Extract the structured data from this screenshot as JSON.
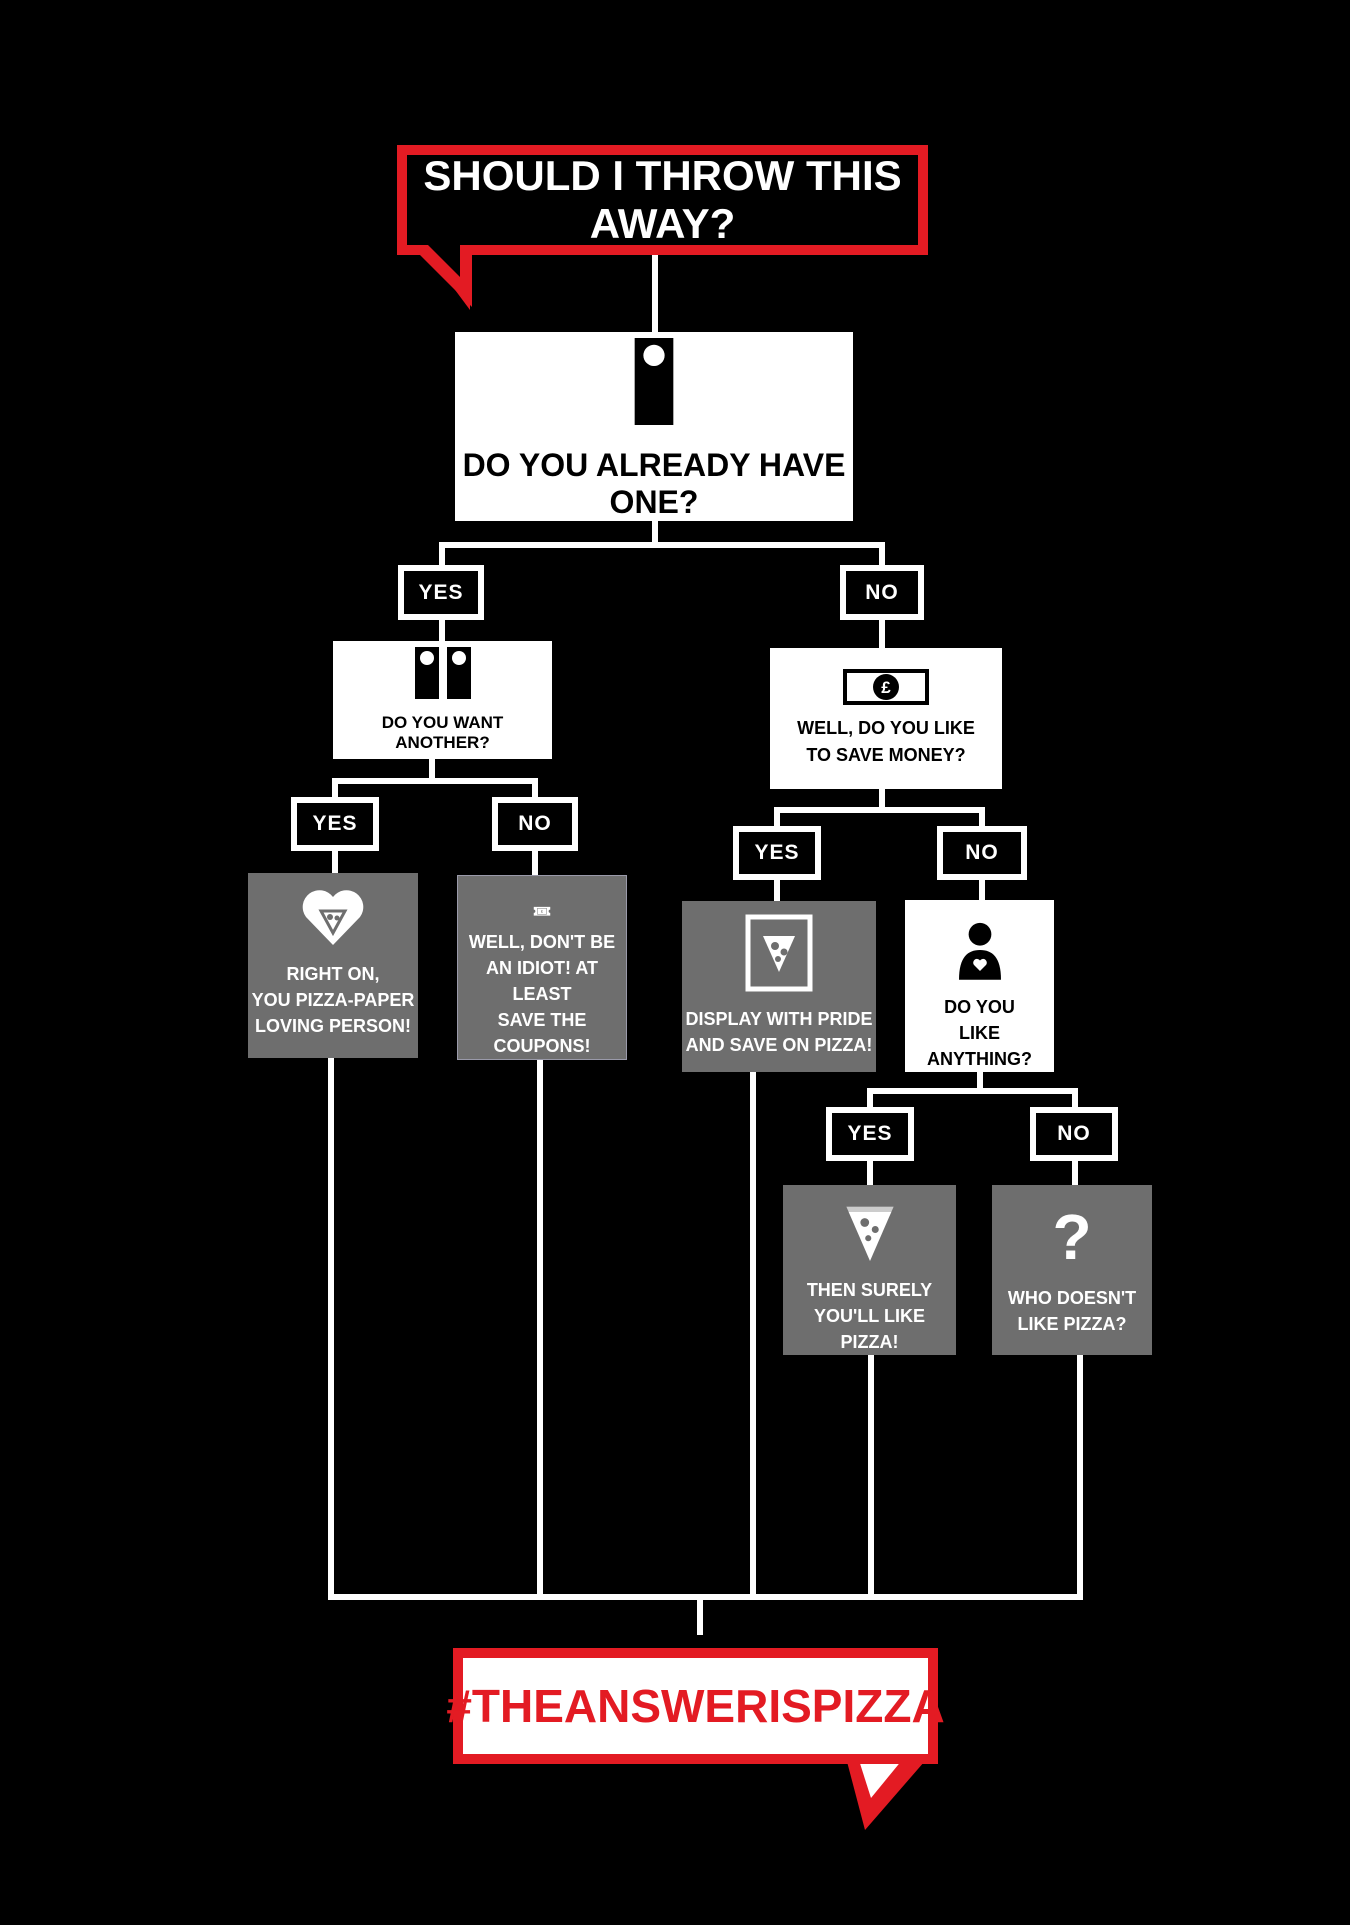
{
  "header": {
    "question": "SHOULD I THROW THIS AWAY?"
  },
  "footer": {
    "hashtag": "#THEANSWERISPIZZA"
  },
  "colors": {
    "accent": "#e31b23",
    "background": "#000000",
    "question_box": "#ffffff",
    "answer_box": "#6e6e6e"
  },
  "nodes": {
    "q1": {
      "text": "DO YOU ALREADY HAVE ONE?",
      "icon": "door-hanger-icon"
    },
    "q2": {
      "text": "DO YOU WANT ANOTHER?",
      "icon": "two-door-hangers-icon"
    },
    "q3": {
      "line1": "WELL, DO YOU LIKE",
      "line2": "TO SAVE MONEY?",
      "icon": "pound-banknote-icon"
    },
    "q4": {
      "line1": "DO YOU",
      "line2": "LIKE ANYTHING?",
      "icon": "person-with-heart-icon"
    },
    "a1": {
      "line1": "RIGHT ON,",
      "line2": "YOU PIZZA-PAPER",
      "line3": "LOVING PERSON!",
      "icon": "heart-pizza-icon"
    },
    "a2": {
      "line1": "WELL, DON'T BE",
      "line2": "AN IDIOT! AT LEAST",
      "line3": "SAVE THE COUPONS!",
      "icon": "coupon-ticket-icon"
    },
    "a3": {
      "line1": "DISPLAY WITH PRIDE",
      "line2": "AND SAVE ON PIZZA!",
      "icon": "framed-pizza-icon"
    },
    "a4": {
      "line1": "THEN SURELY",
      "line2": "YOU'LL LIKE PIZZA!",
      "icon": "pizza-slice-icon"
    },
    "a5": {
      "line1": "WHO DOESN'T",
      "line2": "LIKE PIZZA?",
      "icon": "question-mark-icon"
    }
  },
  "labels": {
    "q1_yes": "YES",
    "q1_no": "NO",
    "q2_yes": "YES",
    "q2_no": "NO",
    "q3_yes": "YES",
    "q3_no": "NO",
    "q4_yes": "YES",
    "q4_no": "NO",
    "pound_symbol": "£",
    "question_glyph": "?"
  }
}
